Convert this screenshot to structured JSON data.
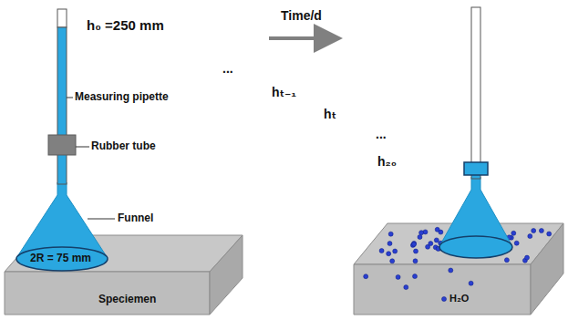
{
  "diagram": {
    "labels": [
      "h₀ =250 mm",
      "Measuring pipette",
      "Rubber tube",
      "Funnel",
      "2R = 75 mm",
      "Speciemen",
      "Time/d",
      "...",
      "hₜ₋₁",
      "hₜ",
      "...",
      "h₂₀",
      "H₂O"
    ]
  }
}
